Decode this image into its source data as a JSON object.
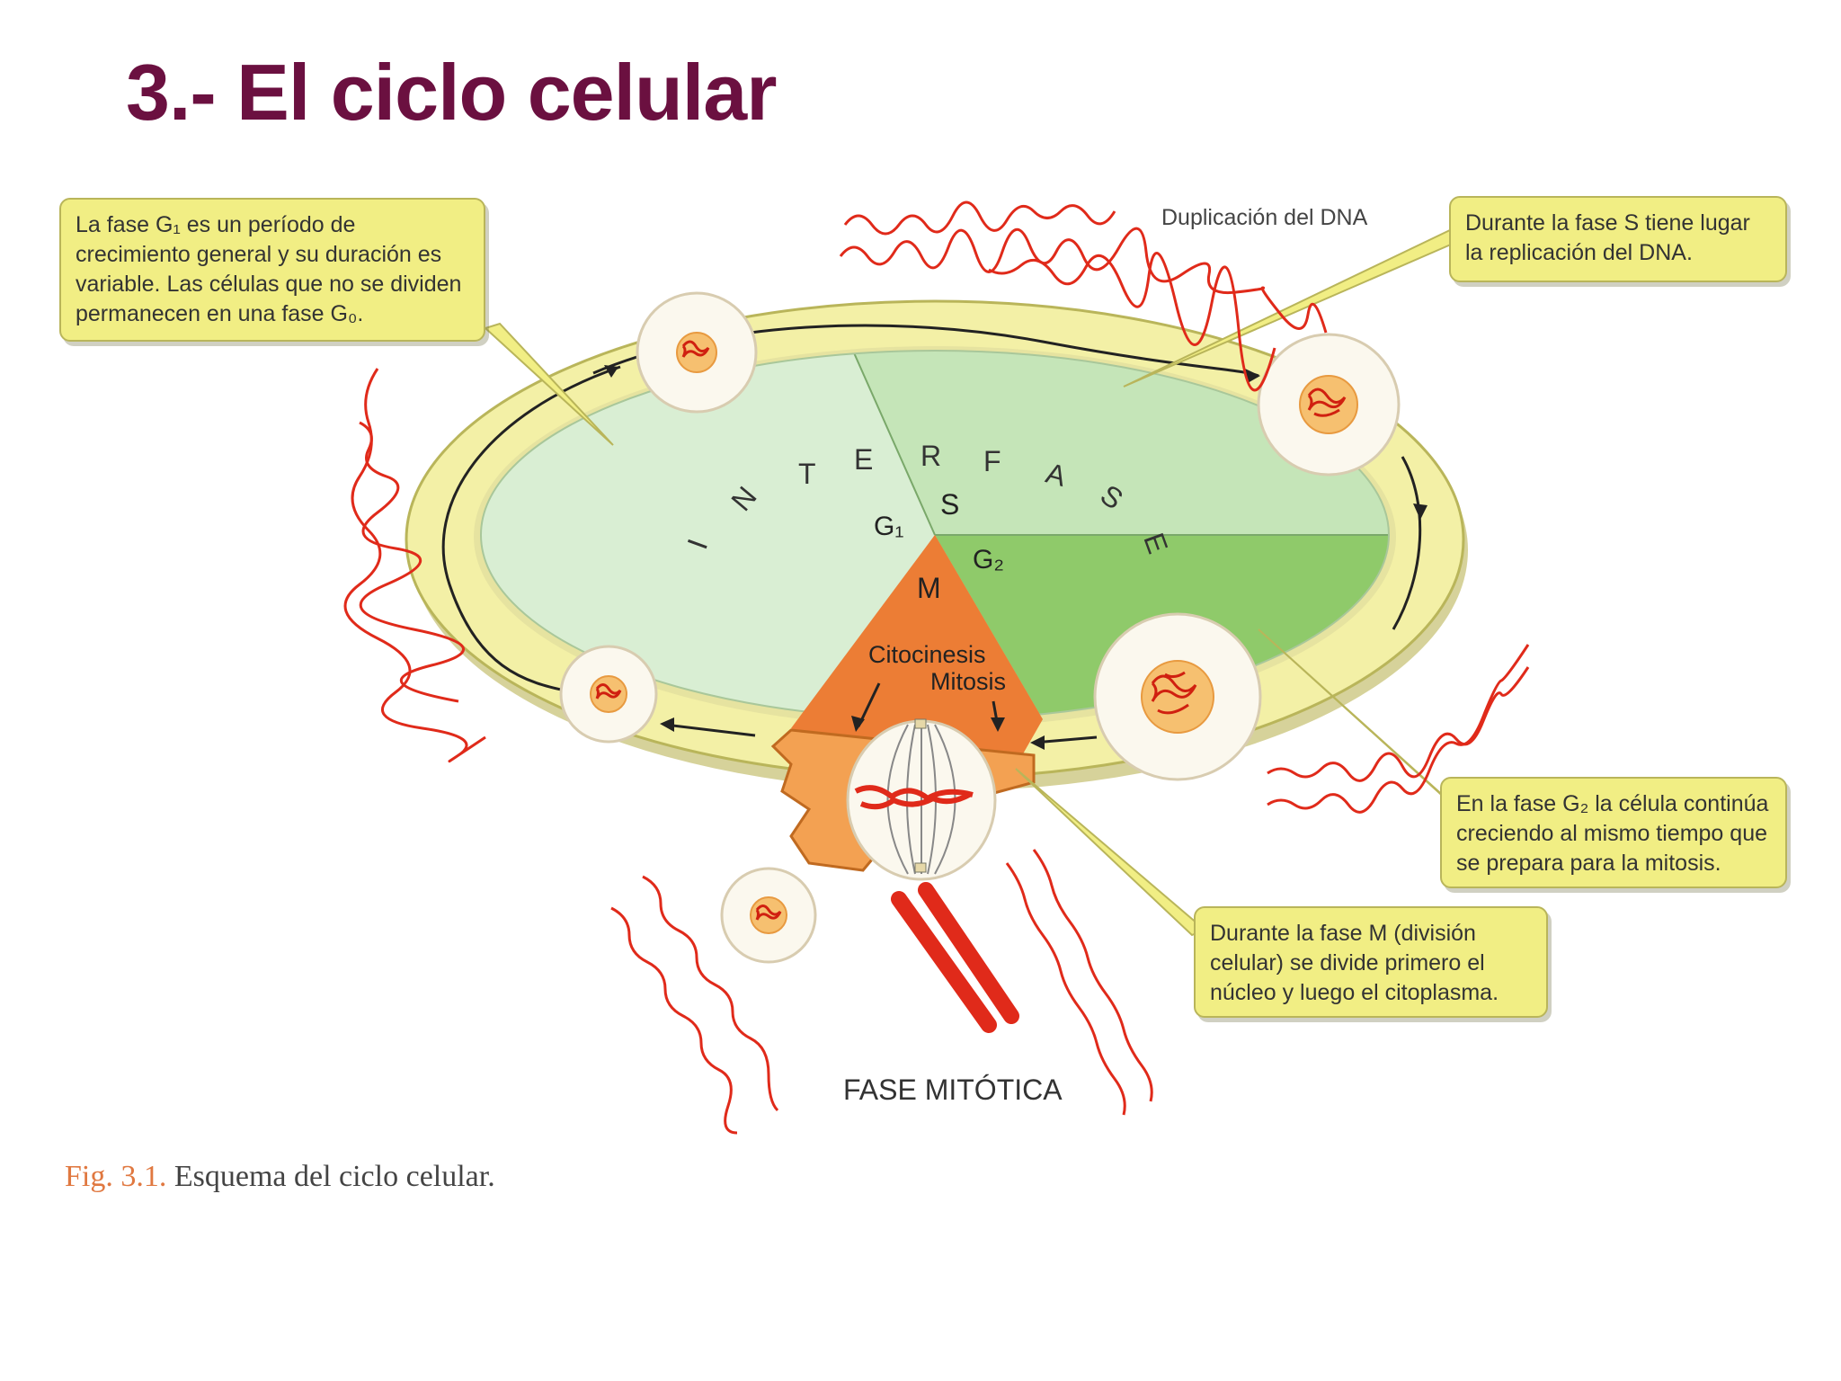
{
  "slide": {
    "title": "3.- El ciclo celular"
  },
  "callouts": {
    "g1": "La fase G₁ es un período de crecimiento general y su duración es variable. Las células que no se dividen permanecen en una fase G₀.",
    "s": "Durante la fase S tiene lugar la replicación del DNA.",
    "g2": "En la fase G₂ la célula continúa creciendo al mismo tiempo que se prepara para la mitosis.",
    "m": "Durante la fase M (división celular) se divide primero el núcleo y luego el citoplasma."
  },
  "labels": {
    "dna_duplication": "Duplicación del DNA",
    "mitotic_phase": "FASE MITÓTICA",
    "interphase_letters": [
      "I",
      "N",
      "T",
      "E",
      "R",
      "F",
      "A",
      "S",
      "E"
    ],
    "phase_g1": "G₁",
    "phase_s": "S",
    "phase_g2": "G₂",
    "phase_m": "M",
    "cytokinesis": "Citocinesis",
    "mitosis": "Mitosis"
  },
  "caption": {
    "fig": "Fig. 3.1.",
    "text": "Esquema del ciclo celular."
  },
  "colors": {
    "title": "#6b1040",
    "ring": "#f3f0a6",
    "g1_sector": "#d9eed3",
    "s_sector": "#c5e5b8",
    "g2_sector": "#8fca6a",
    "m_sector": "#ec7d35",
    "callout": "#f1ee84",
    "chromatin": "#e02a1a"
  }
}
